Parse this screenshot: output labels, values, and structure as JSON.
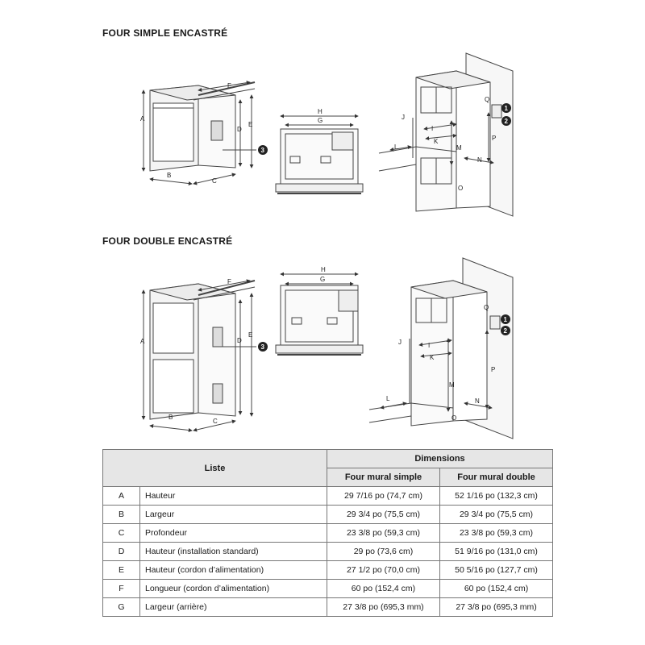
{
  "sections": {
    "single_title": "FOUR SIMPLE ENCASTRÉ",
    "double_title": "FOUR DOUBLE ENCASTRÉ"
  },
  "diagram_labels": {
    "A": "A",
    "B": "B",
    "C": "C",
    "D": "D",
    "E": "E",
    "F": "F",
    "G": "G",
    "H": "H",
    "I": "I",
    "J": "J",
    "K": "K",
    "L": "L",
    "M": "M",
    "N": "N",
    "O": "O",
    "P": "P",
    "Q": "Q",
    "callout_1": "1",
    "callout_2": "2",
    "callout_3": "3"
  },
  "table": {
    "header_list": "Liste",
    "header_dimensions": "Dimensions",
    "col_single": "Four mural simple",
    "col_double": "Four mural double",
    "rows": [
      {
        "code": "A",
        "label": "Hauteur",
        "single": "29 7/16 po (74,7 cm)",
        "double": "52 1/16 po (132,3 cm)"
      },
      {
        "code": "B",
        "label": "Largeur",
        "single": "29 3/4 po (75,5 cm)",
        "double": "29 3/4 po (75,5 cm)"
      },
      {
        "code": "C",
        "label": "Profondeur",
        "single": "23 3/8 po (59,3 cm)",
        "double": "23 3/8 po (59,3 cm)"
      },
      {
        "code": "D",
        "label": "Hauteur (installation standard)",
        "single": "29 po (73,6 cm)",
        "double": "51 9/16 po (131,0 cm)"
      },
      {
        "code": "E",
        "label": "Hauteur (cordon d’alimentation)",
        "single": "27 1/2 po (70,0 cm)",
        "double": "50 5/16 po (127,7 cm)"
      },
      {
        "code": "F",
        "label": "Longueur (cordon d’alimentation)",
        "single": "60 po (152,4 cm)",
        "double": "60 po (152,4 cm)"
      },
      {
        "code": "G",
        "label": "Largeur (arrière)",
        "single": "27 3/8 po (695,3 mm)",
        "double": "27 3/8 po (695,3 mm)"
      }
    ]
  }
}
